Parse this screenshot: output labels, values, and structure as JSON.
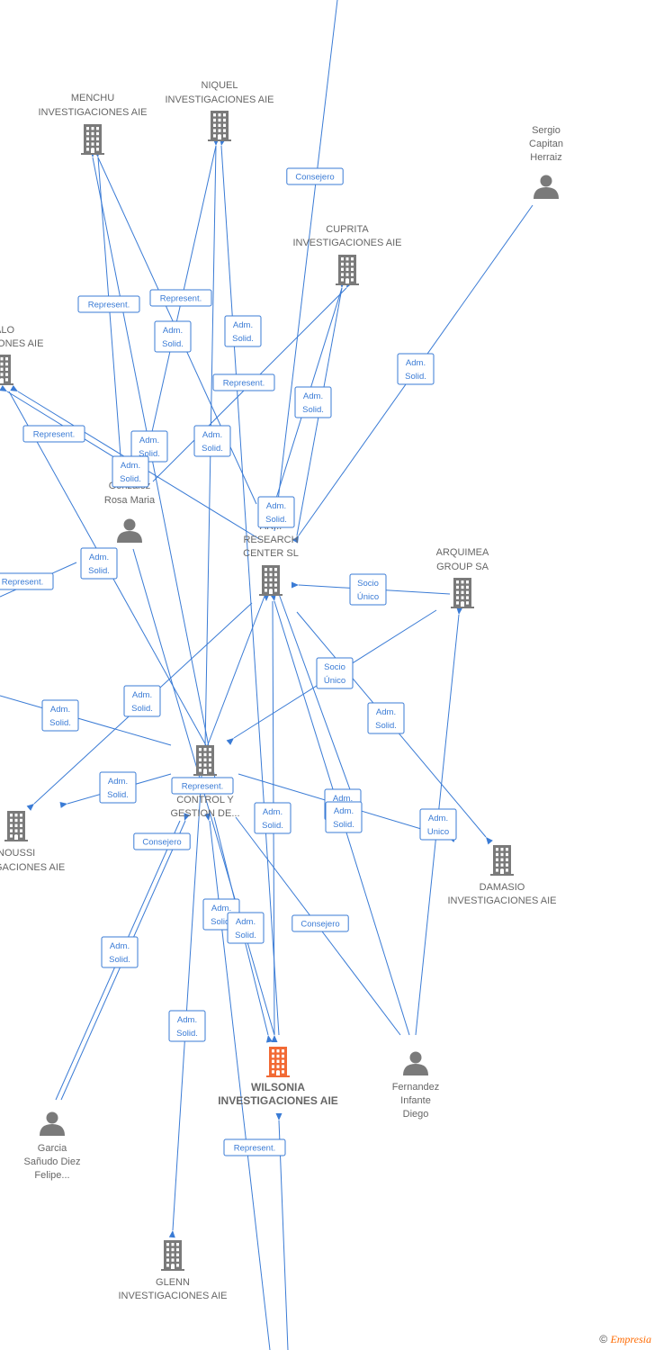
{
  "colors": {
    "edge": "#3a7bd5",
    "node": "#7a7a7a",
    "focus": "#f26a35"
  },
  "nodes": [
    {
      "id": "menchu",
      "type": "company",
      "lines": [
        "MENCHU",
        "INVESTIGACIONES AIE"
      ]
    },
    {
      "id": "niquel",
      "type": "company",
      "lines": [
        "NIQUEL",
        "INVESTIGACIONES AIE"
      ]
    },
    {
      "id": "sergio",
      "type": "person",
      "lines": [
        "Sergio",
        "Capitan",
        "Herraiz"
      ]
    },
    {
      "id": "cuprita",
      "type": "company",
      "lines": [
        "CUPRITA",
        "INVESTIGACIONES AIE"
      ]
    },
    {
      "id": "alo",
      "type": "company",
      "lines": [
        "ALO",
        "IONES AIE"
      ]
    },
    {
      "id": "rosa",
      "type": "person",
      "lines": [
        "P...",
        "Gonzalez",
        "Rosa Maria"
      ]
    },
    {
      "id": "research",
      "type": "company",
      "lines": [
        "AR...",
        "RESEARCH",
        "CENTER  SL"
      ]
    },
    {
      "id": "arquimea",
      "type": "company",
      "lines": [
        "ARQUIMEA",
        "GROUP SA"
      ]
    },
    {
      "id": "control",
      "type": "company",
      "lines": [
        "CONTROL Y",
        "GESTION DE..."
      ]
    },
    {
      "id": "inoussi",
      "type": "company",
      "lines": [
        "INOUSSI",
        "GACIONES AIE"
      ]
    },
    {
      "id": "damasio",
      "type": "company",
      "lines": [
        "DAMASIO",
        "INVESTIGACIONES AIE"
      ]
    },
    {
      "id": "wilsonia",
      "type": "focus",
      "lines": [
        "WILSONIA",
        "INVESTIGACIONES AIE"
      ]
    },
    {
      "id": "fernandez",
      "type": "person",
      "lines": [
        "Fernandez",
        "Infante",
        "Diego"
      ]
    },
    {
      "id": "garcia",
      "type": "person",
      "lines": [
        "Garcia",
        "Sañudo Diez",
        "Felipe..."
      ]
    },
    {
      "id": "glenn",
      "type": "company",
      "lines": [
        "GLENN",
        "INVESTIGACIONES AIE"
      ]
    }
  ],
  "edge_labels": [
    {
      "lines": [
        "Consejero"
      ]
    },
    {
      "lines": [
        "Represent."
      ]
    },
    {
      "lines": [
        "Represent."
      ]
    },
    {
      "lines": [
        "Adm.",
        "Solid."
      ]
    },
    {
      "lines": [
        "Adm.",
        "Solid."
      ]
    },
    {
      "lines": [
        "Represent."
      ]
    },
    {
      "lines": [
        "Adm.",
        "Solid."
      ]
    },
    {
      "lines": [
        "Adm.",
        "Solid."
      ]
    },
    {
      "lines": [
        "Represent."
      ]
    },
    {
      "lines": [
        "Adm.",
        "Solid."
      ]
    },
    {
      "lines": [
        "Adm.",
        "Solid."
      ]
    },
    {
      "lines": [
        "Adm.",
        "Solid."
      ]
    },
    {
      "lines": [
        "Adm.",
        "Solid."
      ]
    },
    {
      "lines": [
        "Adm.",
        "Solid."
      ]
    },
    {
      "lines": [
        "Represent."
      ]
    },
    {
      "lines": [
        "Socio",
        "Único"
      ]
    },
    {
      "lines": [
        "Socio",
        "Único"
      ]
    },
    {
      "lines": [
        "Adm.",
        "Solid."
      ]
    },
    {
      "lines": [
        "Adm.",
        "Solid."
      ]
    },
    {
      "lines": [
        "Adm.",
        "Solid."
      ]
    },
    {
      "lines": [
        "Adm.",
        "Solid."
      ]
    },
    {
      "lines": [
        "Represent."
      ]
    },
    {
      "lines": [
        "Adm.",
        "Solid."
      ]
    },
    {
      "lines": [
        "Adm.",
        "Solid."
      ]
    },
    {
      "lines": [
        "Adm.",
        "Unico"
      ]
    },
    {
      "lines": [
        "Consejero"
      ]
    },
    {
      "lines": [
        "Adm.",
        "Solid."
      ]
    },
    {
      "lines": [
        "Adm.",
        "Solid."
      ]
    },
    {
      "lines": [
        "Adm.",
        "Solid."
      ]
    },
    {
      "lines": [
        "Consejero"
      ]
    },
    {
      "lines": [
        "Adm.",
        "Solid."
      ]
    },
    {
      "lines": [
        "Adm.",
        "Solid."
      ]
    },
    {
      "lines": [
        "Represent."
      ]
    }
  ],
  "copyright": {
    "symbol": "©",
    "brand": "Empresia"
  }
}
